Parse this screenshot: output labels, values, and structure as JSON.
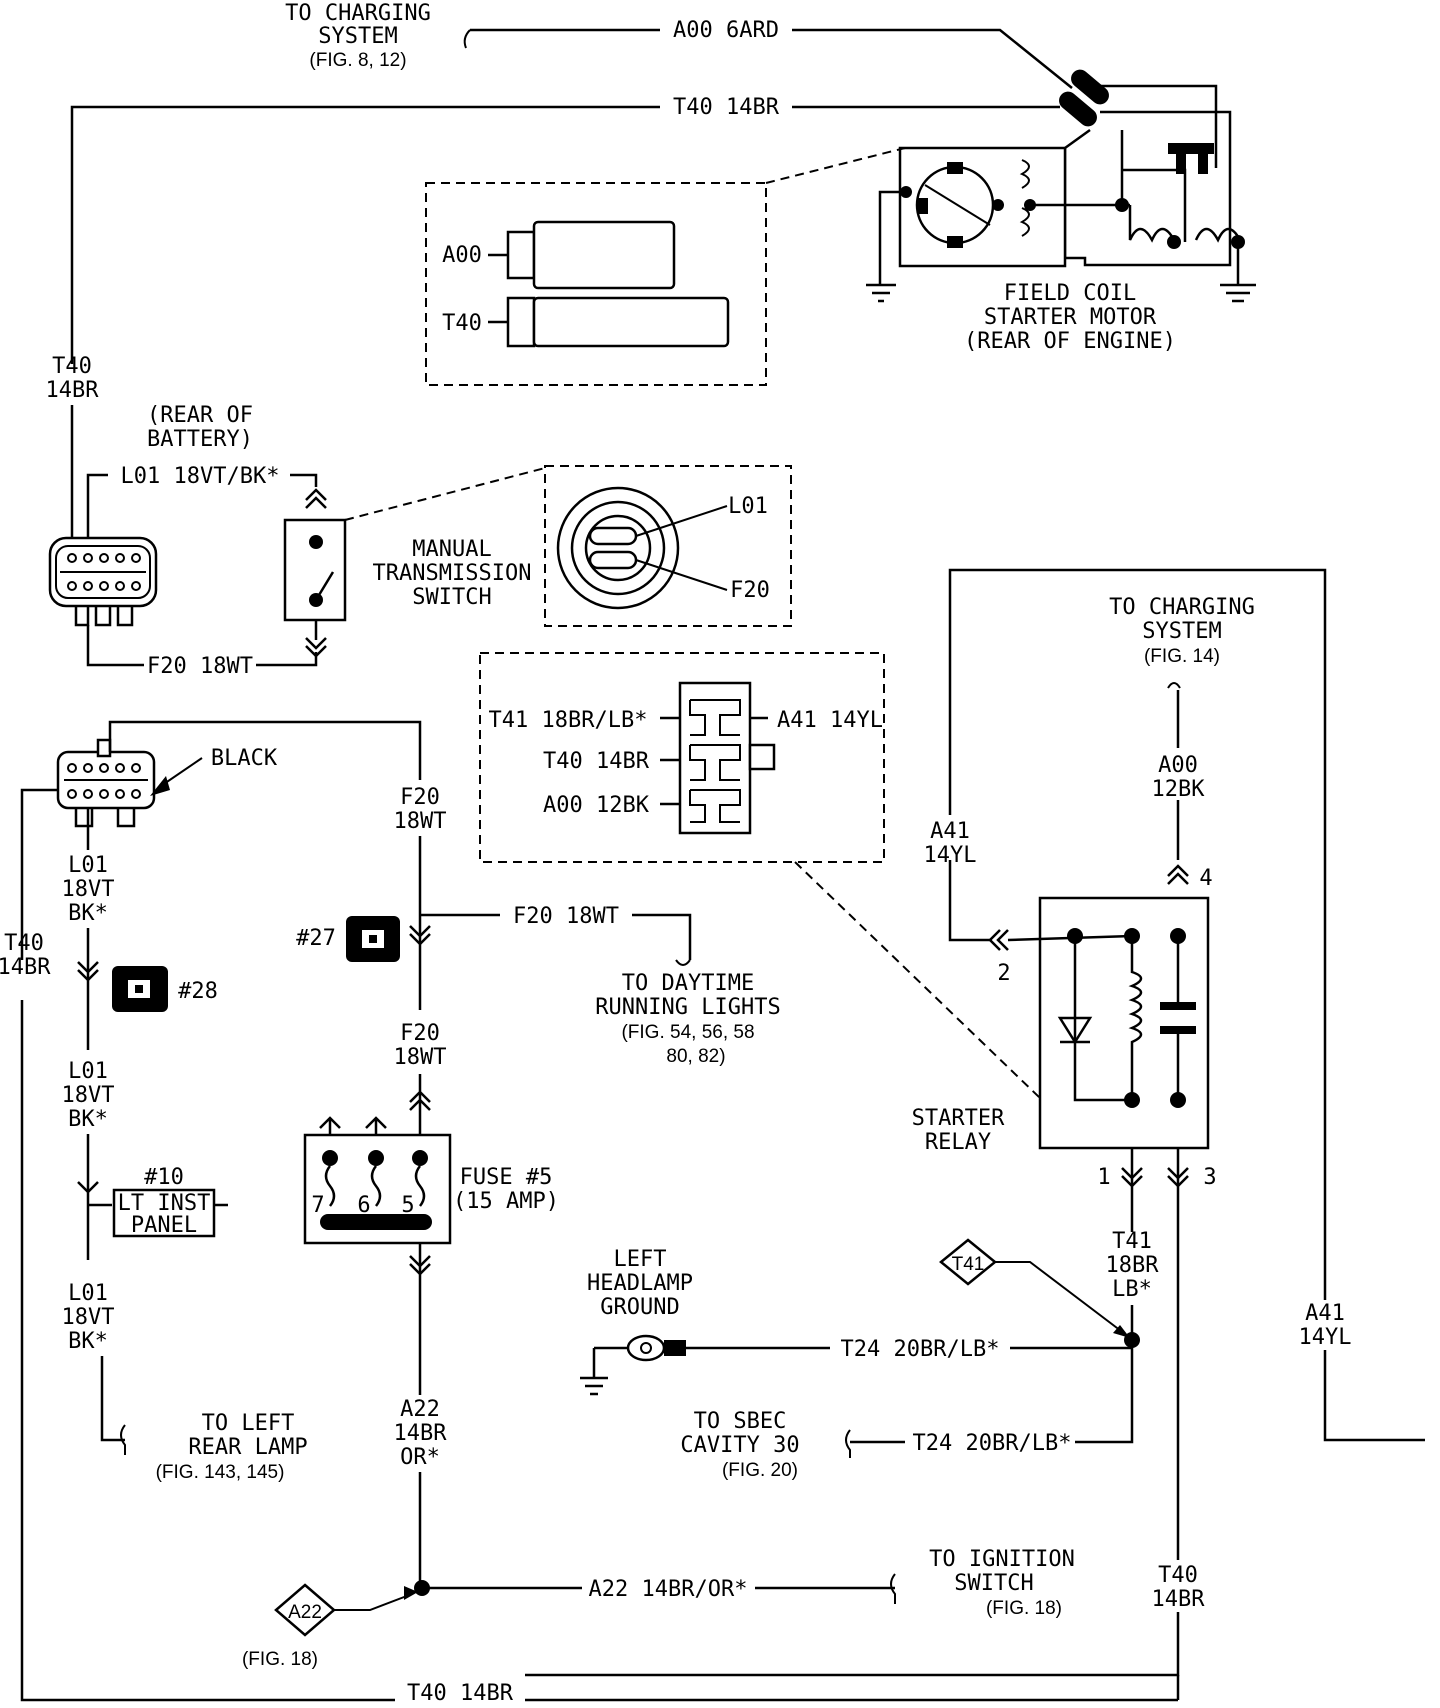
{
  "labels": {
    "to_charging_top": [
      "TO CHARGING",
      "SYSTEM",
      "(FIG. 8, 12)"
    ],
    "a00_6ard": "A00 6ARD",
    "t40_14br_top": "T40 14BR",
    "a00_conn": "A00",
    "t40_conn": "T40",
    "starter_motor": [
      "FIELD COIL",
      "STARTER MOTOR",
      "(REAR OF ENGINE)"
    ],
    "t40_left": [
      "T40",
      "14BR"
    ],
    "rear_battery": [
      "(REAR OF",
      "BATTERY)"
    ],
    "l01_18vt_bk": "L01 18VT/BK*",
    "f20_18wt_mts": "F20 18WT",
    "manual_switch": [
      "MANUAL",
      "TRANSMISSION",
      "SWITCH"
    ],
    "l01_pin": "L01",
    "f20_pin": "F20",
    "to_charging_right": [
      "TO CHARGING",
      "SYSTEM",
      "(FIG. 14)"
    ],
    "relay_conn_t41": "T41 18BR/LB*",
    "relay_conn_a41": "A41 14YL",
    "relay_conn_t40": "T40 14BR",
    "relay_conn_a00": "A00 12BK",
    "black": "BLACK",
    "f20_18wt_a": [
      "F20",
      "18WT"
    ],
    "a41_14yl_a": [
      "A41",
      "14YL"
    ],
    "a00_12bk": [
      "A00",
      "12BK"
    ],
    "pin_4": "4",
    "pin_2": "2",
    "pin_1": "1",
    "pin_3": "3",
    "l01_a": [
      "L01",
      "18VT",
      "BK*"
    ],
    "t40_far_left": [
      "T40",
      "14BR"
    ],
    "conn_27": "#27",
    "conn_28": "#28",
    "f20_18wt_drl": "F20 18WT",
    "to_drl": [
      "TO DAYTIME",
      "RUNNING LIGHTS",
      "(FIG. 54, 56, 58",
      "80, 82)"
    ],
    "f20_18wt_b": [
      "F20",
      "18WT"
    ],
    "starter_relay": [
      "STARTER",
      "RELAY"
    ],
    "l01_b": [
      "L01",
      "18VT",
      "BK*"
    ],
    "conn_10": "#10",
    "lt_inst_panel": [
      "LT INST",
      "PANEL"
    ],
    "fuse_5": [
      "FUSE #5",
      "(15 AMP)"
    ],
    "fuse_pins": [
      "7",
      "6",
      "5"
    ],
    "t41_18br_lb": [
      "T41",
      "18BR",
      "LB*"
    ],
    "t41_diamond": "T41",
    "left_headlamp_ground": [
      "LEFT",
      "HEADLAMP",
      "GROUND"
    ],
    "t24_a": "T24 20BR/LB*",
    "a41_14yl_b": [
      "A41",
      "14YL"
    ],
    "l01_c": [
      "L01",
      "18VT",
      "BK*"
    ],
    "to_left_rear_lamp": [
      "TO LEFT",
      "REAR LAMP",
      "(FIG. 143, 145)"
    ],
    "a22_14br_or": [
      "A22",
      "14BR",
      "OR*"
    ],
    "to_sbec": [
      "TO SBEC",
      "CAVITY 30",
      "(FIG. 20)"
    ],
    "t24_b": "T24 20BR/LB*",
    "a22_diamond": "A22",
    "fig_18_a": "(FIG. 18)",
    "a22_14br_or_h": "A22 14BR/OR*",
    "to_ignition": [
      "TO IGNITION",
      "SWITCH",
      "(FIG. 18)"
    ],
    "t40_14br_right": [
      "T40",
      "14BR"
    ],
    "t40_14br_bottom": "T40 14BR"
  }
}
